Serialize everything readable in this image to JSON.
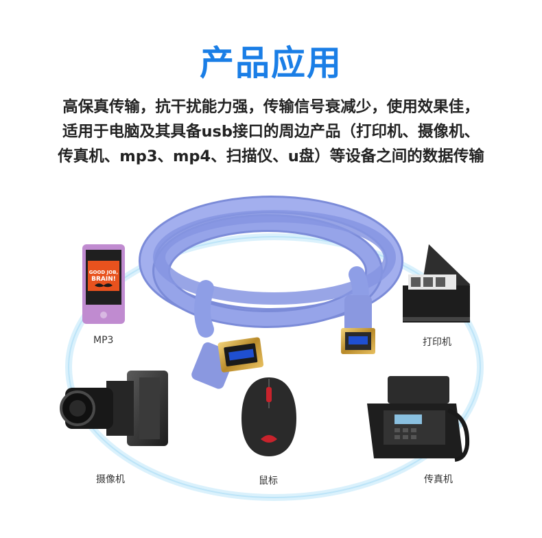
{
  "title": "产品应用",
  "description": {
    "line1": "高保真传输，抗干扰能力强，传输信号衰减少，使用效果佳，",
    "line2": "适用于电脑及其具备usb接口的周边产品（打印机、摄像机、",
    "line3": "传真机、mp3、mp4、扫描仪、u盘）等设备之间的数据传输"
  },
  "devices": {
    "mp3": "MP3",
    "printer": "打印机",
    "camera": "摄像机",
    "mouse": "鼠标",
    "fax": "传真机"
  },
  "screen_text": {
    "good_job": "GOOD JOB,",
    "brain": "BRAIN!"
  },
  "colors": {
    "title": "#1a7ee6",
    "cable": "#8e9ee6",
    "ring": "#bfe6fb",
    "usb_blue": "#1f4fd0"
  }
}
